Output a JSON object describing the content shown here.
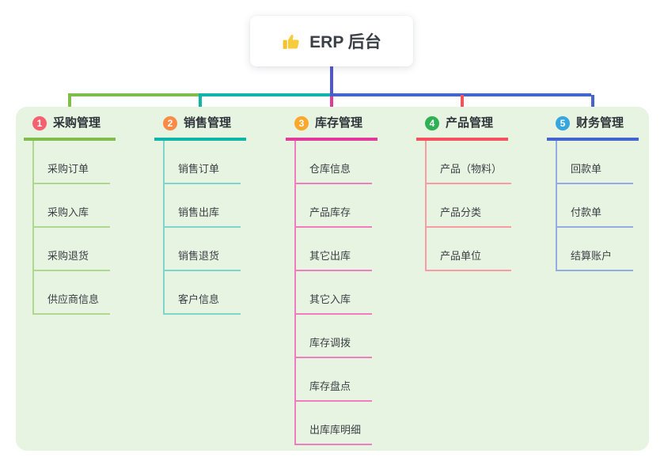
{
  "root": {
    "label": "ERP 后台",
    "icon": "thumbs-up-icon",
    "icon_color": "#F2C230",
    "connector_color": "#5058D0"
  },
  "panel": {
    "background": "#E8F4E2"
  },
  "branches": [
    {
      "index": "1",
      "label": "采购管理",
      "badge_color": "#F5616F",
      "line_color": "#7FBE4C",
      "child_line_color": "#AFD78D",
      "children": [
        "采购订单",
        "采购入库",
        "采购退货",
        "供应商信息"
      ]
    },
    {
      "index": "2",
      "label": "销售管理",
      "badge_color": "#F98B47",
      "line_color": "#0FB5A9",
      "child_line_color": "#7FD4CC",
      "children": [
        "销售订单",
        "销售出库",
        "销售退货",
        "客户信息"
      ]
    },
    {
      "index": "3",
      "label": "库存管理",
      "badge_color": "#F9A82C",
      "line_color": "#E03C9B",
      "child_line_color": "#F07EBE",
      "children": [
        "仓库信息",
        "产品库存",
        "其它出库",
        "其它入库",
        "库存调拨",
        "库存盘点",
        "出库库明细"
      ]
    },
    {
      "index": "4",
      "label": "产品管理",
      "badge_color": "#2FB054",
      "line_color": "#F5515F",
      "child_line_color": "#F89CA4",
      "children": [
        "产品（物料）",
        "产品分类",
        "产品单位"
      ]
    },
    {
      "index": "5",
      "label": "财务管理",
      "badge_color": "#36A6DC",
      "line_color": "#4365CE",
      "child_line_color": "#93ACE4",
      "children": [
        "回款单",
        "付款单",
        "结算账户"
      ]
    }
  ]
}
